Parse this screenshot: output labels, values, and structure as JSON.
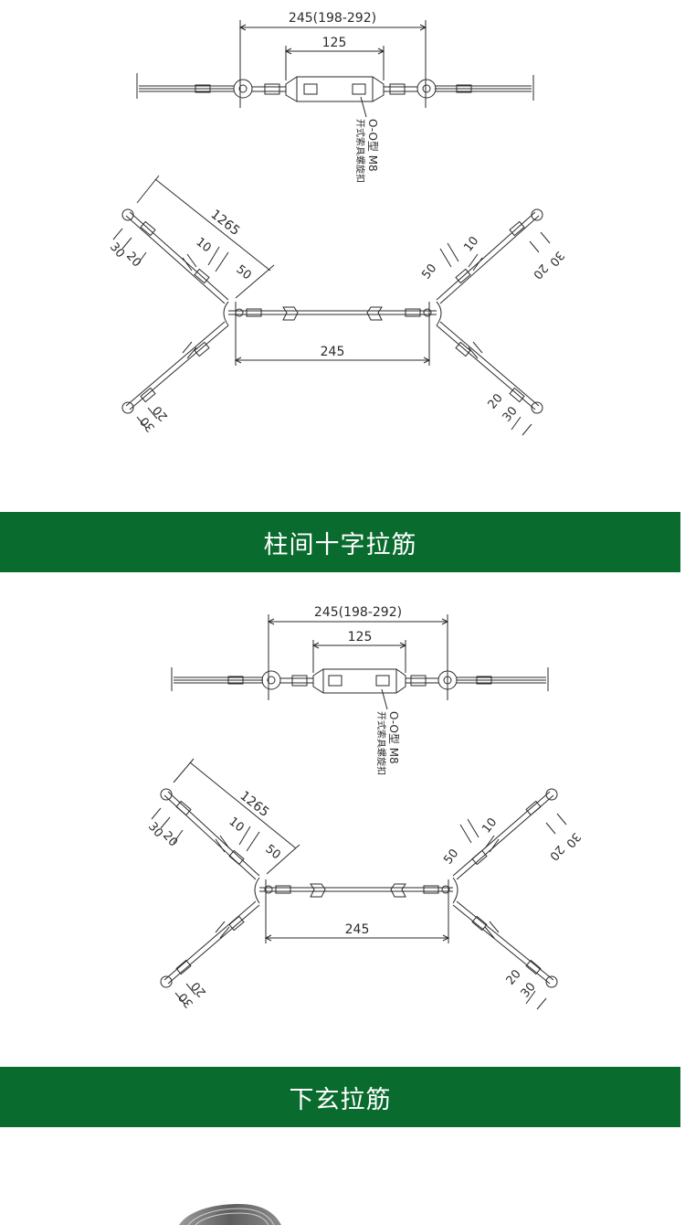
{
  "drawings": [
    {
      "turnbuckle": {
        "overall_dim": "245(198-292)",
        "body_dim": "125",
        "callout_line1": "O-O型 M8",
        "callout_line2": "开式索具螺旋扣"
      },
      "assembly": {
        "diag_length": "1265",
        "dim_10_left": "10",
        "dim_50_left": "50",
        "dim_10_right": "10",
        "dim_50_right": "50",
        "center_dim": "245",
        "end_tl_30": "30",
        "end_tl_20": "20",
        "end_bl_20": "20",
        "end_bl_30": "30",
        "end_tr_30": "30",
        "end_tr_20": "20",
        "end_br_20": "20",
        "end_br_30": "30"
      }
    },
    {
      "turnbuckle": {
        "overall_dim": "245(198-292)",
        "body_dim": "125",
        "callout_line1": "O-O型 M8",
        "callout_line2": "开式索具螺旋扣"
      },
      "assembly": {
        "diag_length": "1265",
        "dim_10_left": "10",
        "dim_50_left": "50",
        "dim_10_right": "10",
        "dim_50_right": "50",
        "center_dim": "245",
        "end_tl_30": "30",
        "end_tl_20": "20",
        "end_bl_20": "20",
        "end_bl_30": "30",
        "end_tr_30": "30",
        "end_tr_20": "20",
        "end_br_20": "20",
        "end_br_30": "30"
      }
    }
  ],
  "banners": [
    {
      "title": "柱间十字拉筋"
    },
    {
      "title": "下玄拉筋"
    }
  ],
  "colors": {
    "banner_green": "#0a6b2f",
    "line": "#2a2a2a"
  }
}
